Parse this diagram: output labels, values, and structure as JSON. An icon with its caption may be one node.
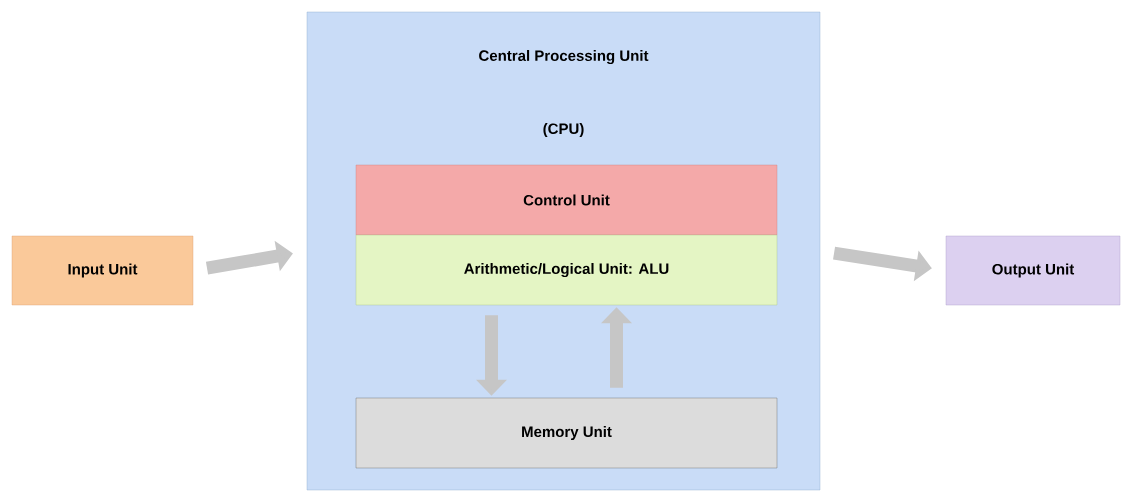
{
  "diagram": {
    "nodes": [
      {
        "text": [
          "Central Processing Unit",
          "(CPU)"
        ]
      },
      {
        "text": [
          "Control Unit"
        ],
        "in": 0
      },
      {
        "text": [
          "Arithmetic/Logical Unit: ALU"
        ],
        "in": 0
      },
      {
        "text": [
          "Memory Unit"
        ],
        "in": 0
      },
      {
        "text": [
          "Input Unit"
        ]
      },
      {
        "text": [
          "Output Unit"
        ]
      }
    ],
    "edges": [
      {
        "from": 4,
        "to": 0,
        "arrow": "to"
      },
      {
        "from": 0,
        "to": 5,
        "arrow": "to"
      },
      {
        "from": 2,
        "to": 3,
        "arrow": "to"
      },
      {
        "from": 3,
        "to": 2,
        "arrow": "to"
      }
    ]
  }
}
